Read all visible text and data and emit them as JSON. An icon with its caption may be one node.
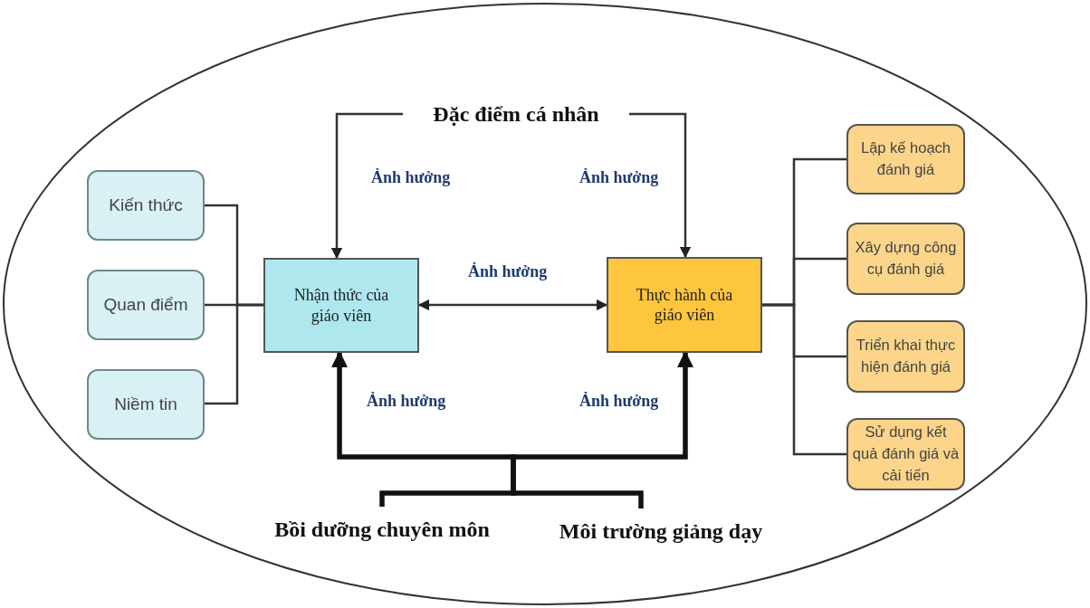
{
  "diagram": {
    "nodes": [
      {
        "text": [
          "Đặc điểm cá nhân"
        ]
      },
      {
        "text": [
          "Kiến thức"
        ]
      },
      {
        "text": [
          "Quan điểm"
        ]
      },
      {
        "text": [
          "Niềm tin"
        ]
      },
      {
        "text": [
          "Nhận thức của giáo viên"
        ]
      },
      {
        "text": [
          "Thực hành của giáo viên"
        ]
      },
      {
        "text": [
          "Lập kế hoạch đánh giá"
        ]
      },
      {
        "text": [
          "Xây dựng công cụ đánh giá"
        ]
      },
      {
        "text": [
          "Triển khai thực hiện đánh giá"
        ]
      },
      {
        "text": [
          "Sử dụng kết quả đánh giá và cải tiến"
        ]
      },
      {
        "text": [
          "Bồi dưỡng chuyên môn"
        ]
      },
      {
        "text": [
          "Môi trường giảng dạy"
        ]
      }
    ],
    "edges": [
      {
        "from": 0,
        "to": 4,
        "arrow": "to",
        "label": "Ảnh hưởng"
      },
      {
        "from": 0,
        "to": 5,
        "arrow": "to",
        "label": "Ảnh hưởng"
      },
      {
        "from": 4,
        "to": 5,
        "arrow": "both",
        "label": "Ảnh hưởng"
      },
      {
        "from": 1,
        "to": 4,
        "arrow": "none"
      },
      {
        "from": 2,
        "to": 4,
        "arrow": "none"
      },
      {
        "from": 3,
        "to": 4,
        "arrow": "none"
      },
      {
        "from": 5,
        "to": 6,
        "arrow": "none"
      },
      {
        "from": 5,
        "to": 7,
        "arrow": "none"
      },
      {
        "from": 5,
        "to": 8,
        "arrow": "none"
      },
      {
        "from": 5,
        "to": 9,
        "arrow": "none"
      },
      {
        "from": 10,
        "to": 4,
        "arrow": "to",
        "style": "thick",
        "label": "Ảnh hưởng"
      },
      {
        "from": 10,
        "to": 5,
        "arrow": "to",
        "style": "thick"
      },
      {
        "from": 11,
        "to": 4,
        "arrow": "to",
        "style": "thick"
      },
      {
        "from": 11,
        "to": 5,
        "arrow": "to",
        "style": "thick",
        "label": "Ảnh hưởng"
      }
    ]
  }
}
